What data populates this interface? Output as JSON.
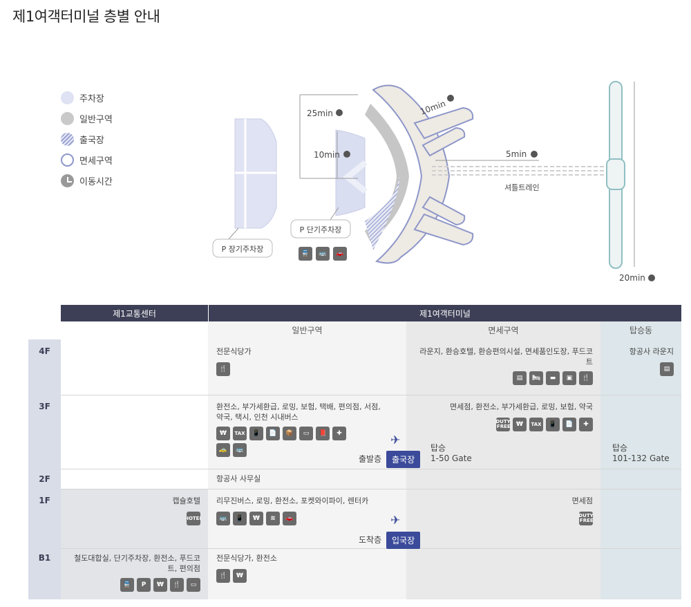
{
  "page_title": "제1여객터미널 층별 안내",
  "legend": [
    {
      "label": "주차장"
    },
    {
      "label": "일반구역"
    },
    {
      "label": "출국장"
    },
    {
      "label": "면세구역"
    },
    {
      "label": "이동시간"
    }
  ],
  "map": {
    "time_25": "25min",
    "time_10_short": "10min",
    "time_10_concourse": "10min",
    "time_5": "5min",
    "time_20": "20min",
    "shuttle_train": "셔틀트레인",
    "long_term_parking": "P 장기주차장",
    "short_term_parking": "P 단기주차장",
    "badges": [
      "train-icon",
      "bus-icon",
      "car-icon"
    ]
  },
  "table": {
    "header_transport": "제1교통센터",
    "header_terminal": "제1여객터미널",
    "sub_general": "일반구역",
    "sub_dutyfree": "면세구역",
    "sub_concourse": "탑승동",
    "floors": [
      "4F",
      "3F",
      "2F",
      "1F",
      "B1"
    ],
    "f4": {
      "general": "전문식당가",
      "dutyfree": "라운지, 환승호텔, 환승편의시설, 면세품인도장, 푸드코트",
      "concourse": "항공사 라운지"
    },
    "f3": {
      "general": "환전소, 부가세환급, 로밍, 보험, 택배, 편의점, 서점, 약국, 택시, 인천 시내버스",
      "dutyfree": "면세점, 환전소, 부가세환급, 로밍, 보험, 약국",
      "departure_floor": "출발층",
      "departure_pill": "출국장",
      "boarding_label": "탑승",
      "gate_main": "1-50 Gate",
      "gate_concourse_label": "탑승",
      "gate_concourse": "101-132 Gate",
      "tax_label": "TAX",
      "duty_free_label": "DUTY FREE"
    },
    "f2": {
      "general": "항공사 사무실"
    },
    "f1": {
      "transport": "캡슐호텔",
      "hotel_label": "HOTEL",
      "general": "리무진버스, 로밍, 환전소, 포켓와이파이, 렌터카",
      "dutyfree": "면세점",
      "arrival_floor": "도착층",
      "arrival_pill": "입국장",
      "duty_free_label": "DUTY FREE"
    },
    "b1": {
      "transport": "철도대합실, 단기주차장, 환전소, 푸드코트, 편의점",
      "general": "전문식당가, 환전소",
      "parking_label": "P"
    }
  },
  "colors": {
    "header": "#3c3f55",
    "pill": "#3b4a9a",
    "general_bg": "#f4f4f4",
    "dutyfree_bg": "#e9e9e9",
    "concourse_bg": "#dde6ea",
    "transport_bg": "#e2e4e8",
    "parking": "#dfe2f2"
  }
}
